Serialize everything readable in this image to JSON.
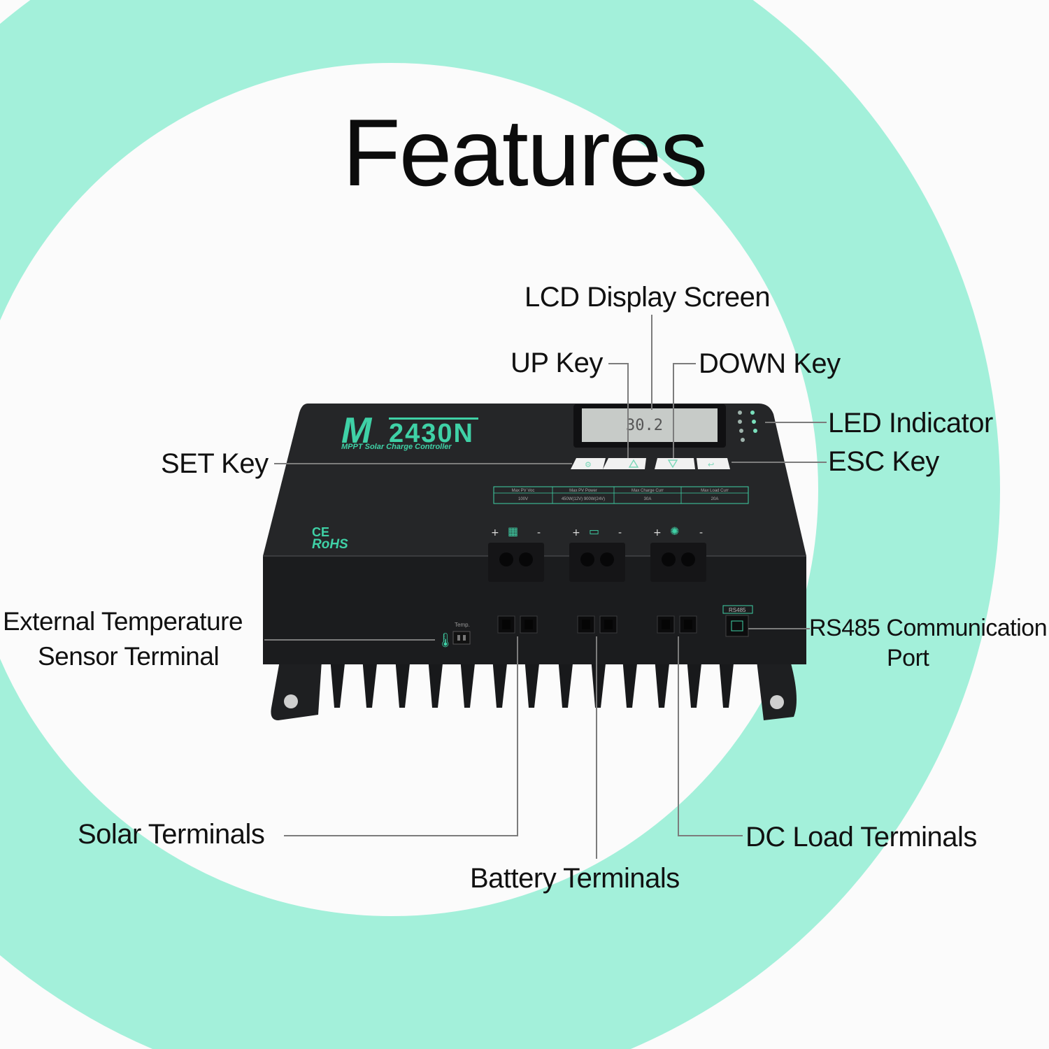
{
  "title": "Features",
  "colors": {
    "accent": "#a3f0da",
    "accent_text": "#3fd1a6",
    "body": "#252628",
    "body_dark": "#1b1c1e",
    "leader": "#7c7c7c"
  },
  "device": {
    "model": "M2430N",
    "model_prefix": "M",
    "model_rest": "2430N",
    "subtitle": "MPPT Solar Charge Controller",
    "lcd_reading": "30.2",
    "cert_ce": "CE",
    "cert_rohs": "RoHS",
    "temp_port_label": "Temp.",
    "rs485_port_label": "RS485",
    "spec_table": {
      "headers": [
        "Max PV Voc",
        "Max PV Power",
        "Max Charge Curr",
        "Max Load Curr"
      ],
      "values": [
        "100V",
        "450W(12V) 900W(24V)",
        "30A",
        "20A"
      ]
    }
  },
  "callouts": {
    "lcd": "LCD Display Screen",
    "up": "UP Key",
    "down": "DOWN Key",
    "led": "LED Indicator",
    "set": "SET Key",
    "esc": "ESC Key",
    "temp_line1": "External Temperature",
    "temp_line2": "Sensor Terminal",
    "rs485_line1": "RS485 Communication",
    "rs485_line2": "Port",
    "solar": "Solar Terminals",
    "battery": "Battery Terminals",
    "load": "DC Load Terminals"
  }
}
